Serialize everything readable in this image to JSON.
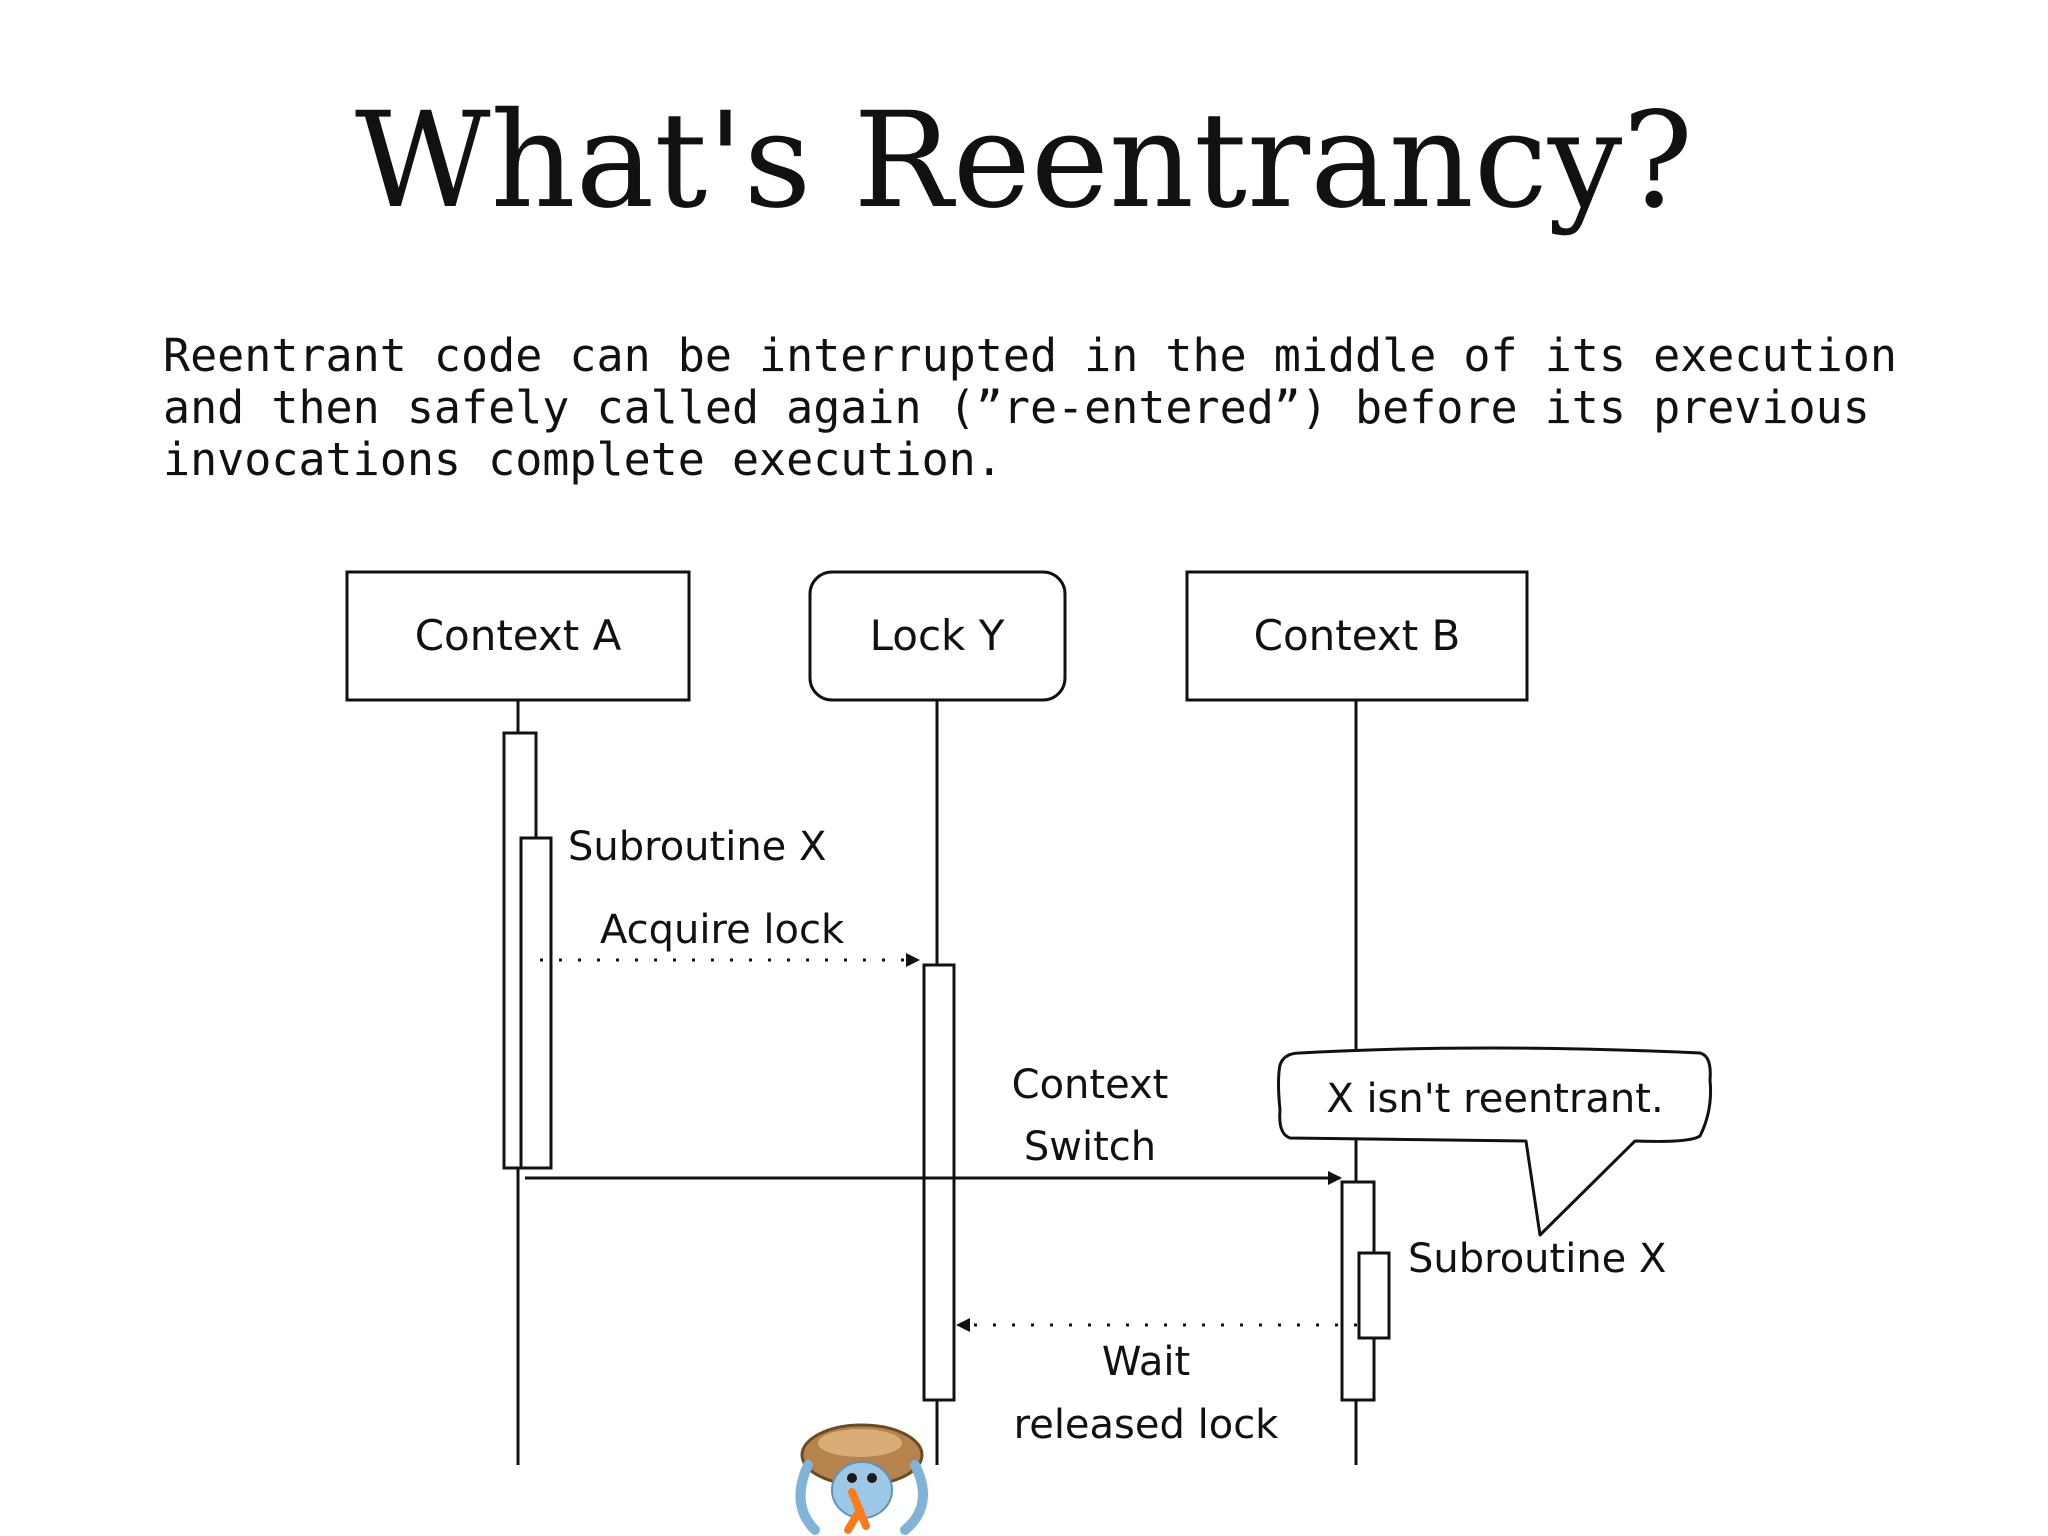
{
  "slide": {
    "title": "What's Reentrancy?",
    "description_lines": [
      "Reentrant code can be interrupted in the middle of its execution",
      "and then safely called again (”re-entered”) before its previous",
      "invocations complete execution."
    ]
  },
  "diagram": {
    "participants": {
      "context_a": "Context A",
      "lock_y": "Lock Y",
      "context_b": "Context B"
    },
    "labels": {
      "subroutine_x_a": "Subroutine X",
      "acquire_lock": "Acquire lock",
      "context_switch_1": "Context",
      "context_switch_2": "Switch",
      "callout": "X isn't reentrant.",
      "subroutine_x_b": "Subroutine X",
      "wait_1": "Wait",
      "wait_2": "released lock"
    }
  },
  "mascot": {
    "icon": "hermit-crab-lambda-icon"
  }
}
